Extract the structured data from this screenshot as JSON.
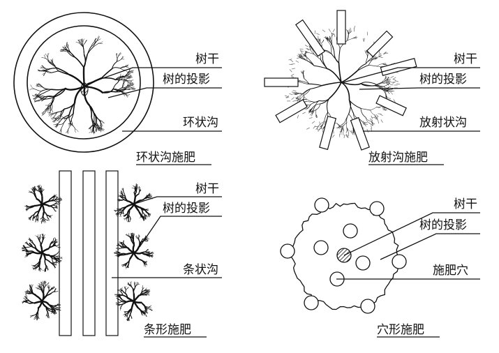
{
  "panels": {
    "ring": {
      "caption": "环状沟施肥",
      "labels": [
        "树干",
        "树的投影",
        "环状沟"
      ]
    },
    "radial": {
      "caption": "放射沟施肥",
      "labels": [
        "树干",
        "树的投影",
        "放射状沟"
      ]
    },
    "strip": {
      "caption": "条形施肥",
      "labels": [
        "树干",
        "树的投影",
        "条状沟"
      ]
    },
    "hole": {
      "caption": "穴形施肥",
      "labels": [
        "树干",
        "树的投影",
        "施肥穴"
      ]
    }
  }
}
